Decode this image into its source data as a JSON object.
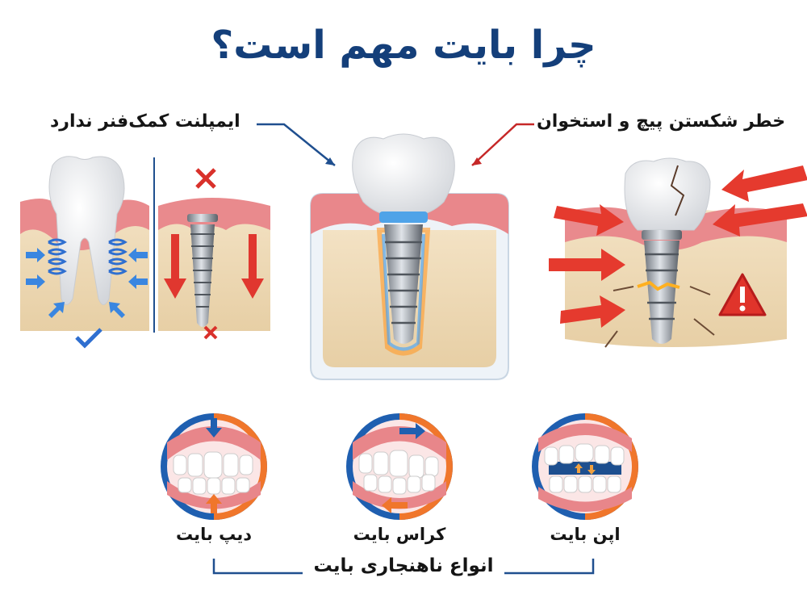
{
  "title": "چرا بایت مهم است؟",
  "left_panel": {
    "label": "ایمپلنت کمک‌فنر ندارد",
    "icons": [
      "natural-tooth",
      "periodontal-spring",
      "check-icon",
      "implant",
      "x-icon",
      "down-arrow"
    ]
  },
  "center_panel": {
    "icons": [
      "implant-crown",
      "bone-block",
      "stress-glow"
    ]
  },
  "right_panel": {
    "label": "خطر شکستن پیچ و استخوان",
    "icons": [
      "cracked-implant",
      "force-arrow",
      "warning-icon"
    ]
  },
  "bite_types": {
    "heading": "انواع ناهنجاری بایت",
    "items": [
      {
        "label": "دیپ بایت",
        "icon": "deep-bite"
      },
      {
        "label": "کراس بایت",
        "icon": "cross-bite"
      },
      {
        "label": "اپن بایت",
        "icon": "open-bite"
      }
    ]
  },
  "colors": {
    "title": "#143f7a",
    "blue": "#1f5fb0",
    "red": "#d9312b",
    "orange": "#f0762b",
    "gum": "#e8868a",
    "bone": "#efdcbc"
  }
}
